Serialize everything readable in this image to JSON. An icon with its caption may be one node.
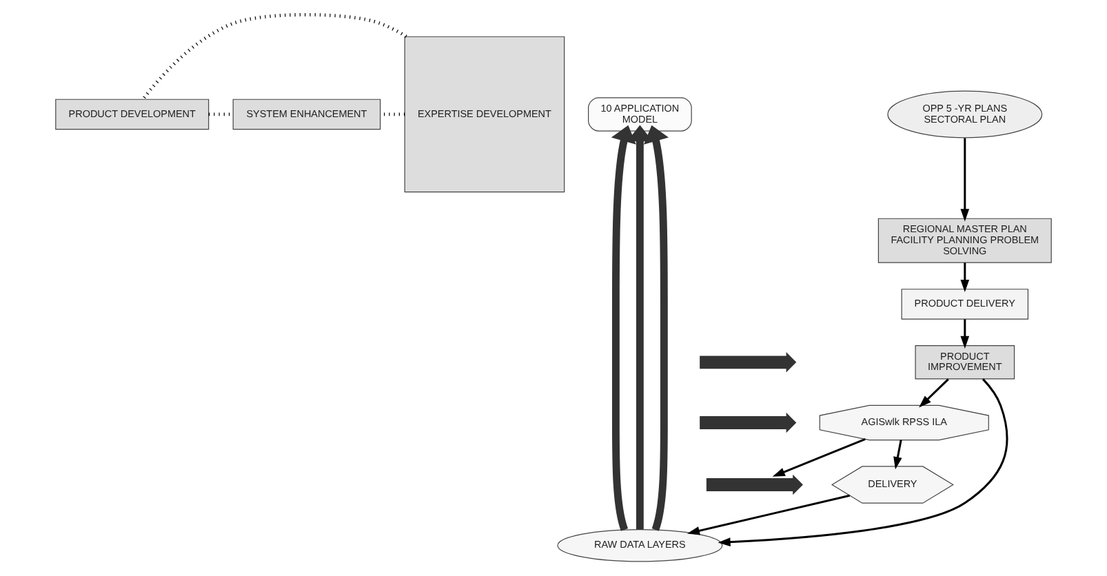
{
  "diagram": {
    "nodes": [
      {
        "text": [
          "PRODUCT DEVELOPMENT"
        ]
      },
      {
        "text": [
          "EXPERTISE DEVELOPMENT"
        ]
      },
      {
        "text": [
          "SYSTEM ENHANCEMENT"
        ]
      },
      {
        "text": [
          "10 APPLICATION MODEL"
        ]
      },
      {
        "text": [
          "AGISwlk RPSS ILA"
        ]
      },
      {
        "text": [
          "DELIVERY"
        ]
      },
      {
        "text": [
          "RAW DATA LAYERS"
        ]
      },
      {
        "text": [
          "OPP 5 -YR PLANS SECTORAL PLAN"
        ]
      },
      {
        "text": [
          "REGIONAL MASTER PLAN FACILITY PLANNING PROBLEM SOLVING"
        ]
      },
      {
        "text": [
          "PRODUCT DELIVERY"
        ]
      },
      {
        "text": [
          "PRODUCT IMPROVEMENT"
        ]
      },
      {
        "text": [],
        "shape": "arrow"
      },
      {
        "text": [],
        "shape": "arrow"
      },
      {
        "text": [],
        "shape": "arrow"
      }
    ],
    "edges": [
      {
        "from": 1,
        "to": 0,
        "arrow": "none",
        "style": "dashed"
      },
      {
        "from": 0,
        "to": 2,
        "arrow": "none",
        "style": "dashed"
      },
      {
        "from": 1,
        "to": 2,
        "arrow": "none",
        "style": "dashed"
      },
      {
        "from": 6,
        "to": 3,
        "arrow": "to",
        "style": "thick",
        "color": "#333333"
      },
      {
        "from": 6,
        "to": 3,
        "arrow": "to",
        "style": "thick",
        "color": "#333333"
      },
      {
        "from": 6,
        "to": 3,
        "arrow": "to",
        "style": "thick",
        "color": "#333333"
      },
      {
        "from": 4,
        "to": 13,
        "arrow": "to"
      },
      {
        "from": 4,
        "to": 5,
        "arrow": "to"
      },
      {
        "from": 5,
        "to": 6,
        "arrow": "to"
      },
      {
        "from": 7,
        "to": 8,
        "arrow": "to"
      },
      {
        "from": 8,
        "to": 9,
        "arrow": "to"
      },
      {
        "from": 9,
        "to": 10,
        "arrow": "to"
      },
      {
        "from": 10,
        "to": 4,
        "arrow": "to"
      },
      {
        "from": 10,
        "to": 6,
        "arrow": "to"
      }
    ]
  }
}
